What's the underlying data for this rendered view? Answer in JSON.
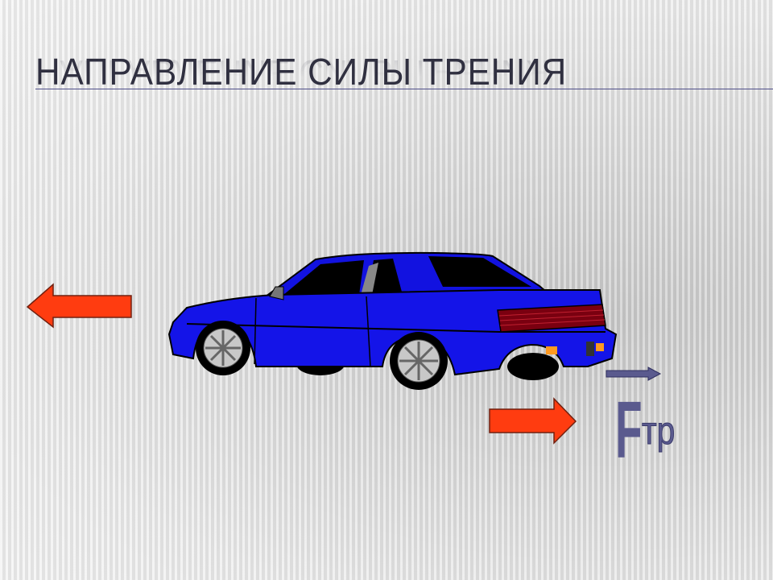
{
  "slide": {
    "title": "НАПРАВЛЕНИЕ СИЛЫ ТРЕНИЯ",
    "force_label": {
      "symbol": "F",
      "subscript": "тр"
    }
  },
  "colors": {
    "title": "#303040",
    "arrow_red": "#ff3c10",
    "force_vector": "#5a5a8e",
    "car_body": "#1010e0"
  }
}
